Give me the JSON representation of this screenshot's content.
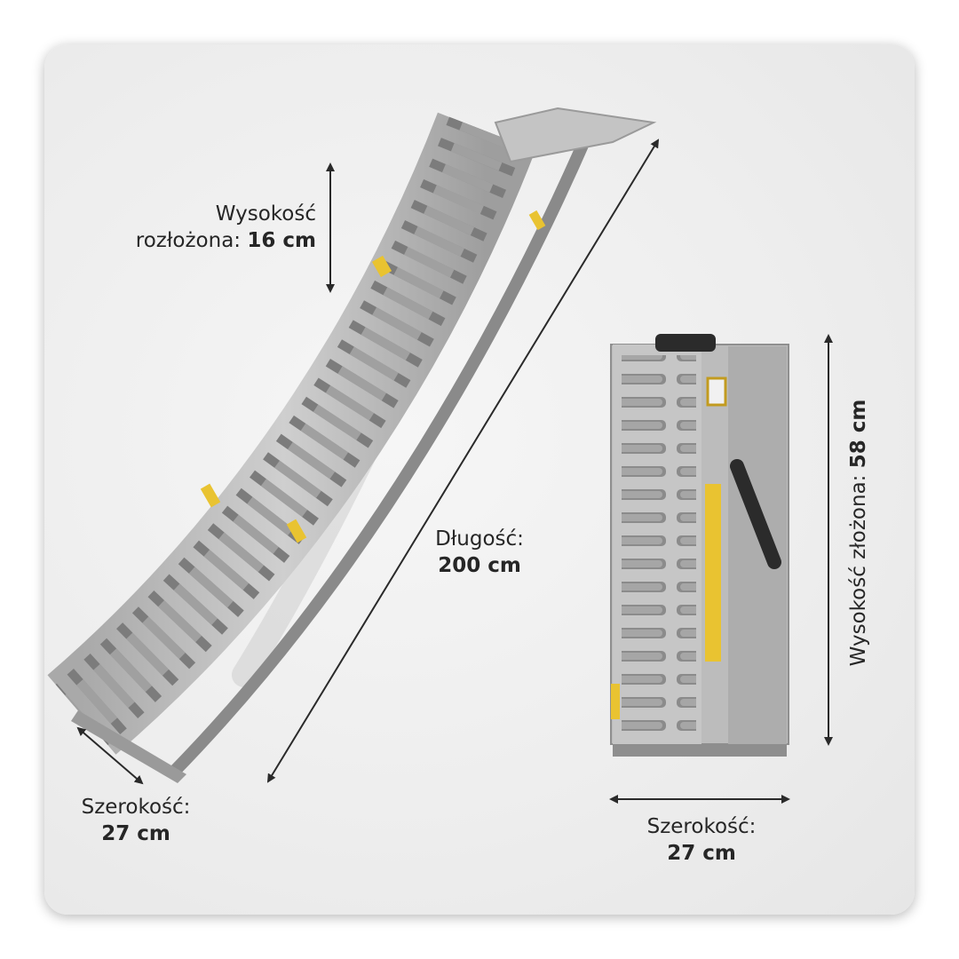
{
  "dimensions": {
    "height_unfolded": {
      "label": "Wysokość",
      "label2": "rozłożona:",
      "value": "16 cm"
    },
    "length": {
      "label": "Długość:",
      "value": "200 cm"
    },
    "width_ramp": {
      "label": "Szerokość:",
      "value": "27 cm"
    },
    "width_folded": {
      "label": "Szerokość:",
      "value": "27 cm"
    },
    "height_folded": {
      "label": "Wysokość złożona:",
      "value": "58 cm"
    }
  },
  "colors": {
    "metal": "#b9b9b9",
    "metal_dark": "#8e8e8e",
    "accent_yellow": "#e9c331",
    "arrow": "#2a2a2a",
    "handle": "#2b2b2b"
  }
}
